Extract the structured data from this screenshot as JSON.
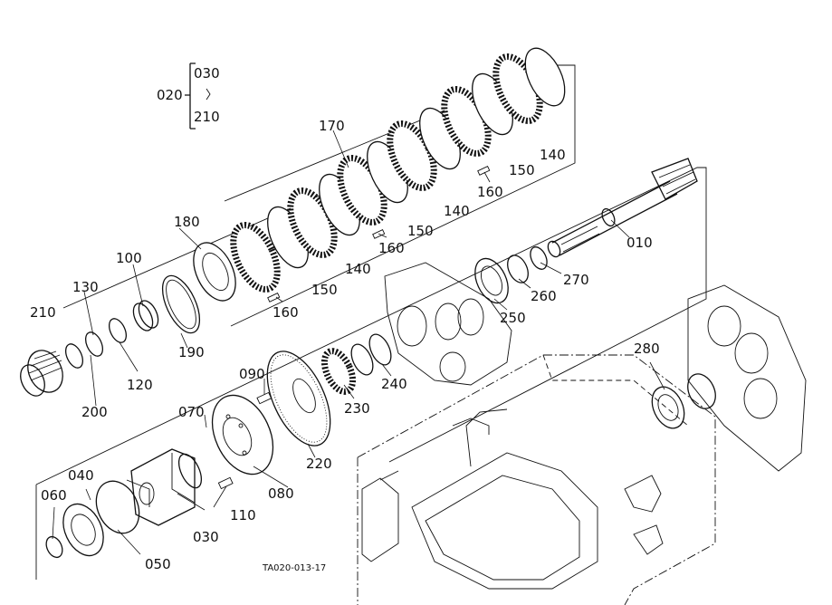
{
  "drawing_code": "TA020-013-17",
  "assembly_group": {
    "parent": "020",
    "children": [
      "030",
      "210"
    ]
  },
  "callouts": [
    {
      "id": "c010",
      "text": "010"
    },
    {
      "id": "c020",
      "text": "020"
    },
    {
      "id": "c030",
      "text": "030"
    },
    {
      "id": "c030b",
      "text": "030"
    },
    {
      "id": "c040",
      "text": "040"
    },
    {
      "id": "c050",
      "text": "050"
    },
    {
      "id": "c060",
      "text": "060"
    },
    {
      "id": "c070",
      "text": "070"
    },
    {
      "id": "c080",
      "text": "080"
    },
    {
      "id": "c090",
      "text": "090"
    },
    {
      "id": "c100",
      "text": "100"
    },
    {
      "id": "c110",
      "text": "110"
    },
    {
      "id": "c120",
      "text": "120"
    },
    {
      "id": "c130",
      "text": "130"
    },
    {
      "id": "c140a",
      "text": "140"
    },
    {
      "id": "c140b",
      "text": "140"
    },
    {
      "id": "c140c",
      "text": "140"
    },
    {
      "id": "c150a",
      "text": "150"
    },
    {
      "id": "c150b",
      "text": "150"
    },
    {
      "id": "c150c",
      "text": "150"
    },
    {
      "id": "c160a",
      "text": "160"
    },
    {
      "id": "c160b",
      "text": "160"
    },
    {
      "id": "c160c",
      "text": "160"
    },
    {
      "id": "c170",
      "text": "170"
    },
    {
      "id": "c180",
      "text": "180"
    },
    {
      "id": "c190",
      "text": "190"
    },
    {
      "id": "c200",
      "text": "200"
    },
    {
      "id": "c210",
      "text": "210"
    },
    {
      "id": "c210b",
      "text": "210"
    },
    {
      "id": "c220",
      "text": "220"
    },
    {
      "id": "c230",
      "text": "230"
    },
    {
      "id": "c240",
      "text": "240"
    },
    {
      "id": "c250",
      "text": "250"
    },
    {
      "id": "c260",
      "text": "260"
    },
    {
      "id": "c270",
      "text": "270"
    },
    {
      "id": "c280",
      "text": "280"
    }
  ]
}
